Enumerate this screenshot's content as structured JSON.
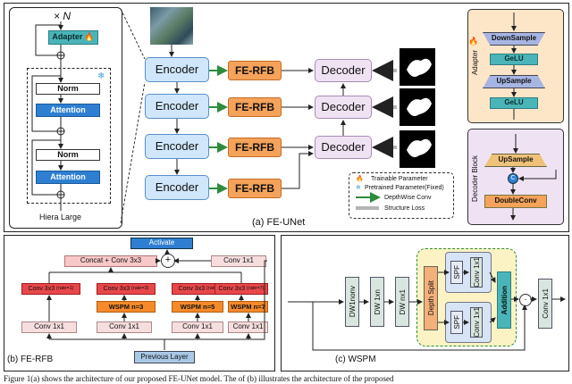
{
  "panel_a": {
    "caption": "(a) FE-UNet",
    "encoder_label": "Encoder",
    "ferfb_label": "FE-RFB",
    "decoder_label": "Decoder",
    "legend": {
      "trainable": "Trainable Parameter",
      "pretrained": "Pretrained Parameter(Fixed)",
      "depthwise": "DepthWise Conv",
      "structure_loss": "Structure Loss"
    }
  },
  "hiera": {
    "repeat": "× N",
    "adapter": "Adapter",
    "norm": "Norm",
    "attention": "Attention",
    "caption": "Hiera Large"
  },
  "adapter_panel": {
    "title": "Adapter",
    "downsample": "DownSample",
    "gelu": "GeLU",
    "upsample": "UpSample"
  },
  "decoder_panel": {
    "title": "Decoder Block",
    "upsample": "UpSample",
    "doubleconv": "DoubleConv",
    "concat_symbol": "C"
  },
  "panel_b": {
    "caption": "(b) FE-RFB",
    "activate": "Activate",
    "concat": "Concat + Conv 3x3",
    "conv1x1": "Conv 1x1",
    "conv3x3_1": "Conv 3x3",
    "rate1": "(rate=1)",
    "rate3": "(rate=3)",
    "rate5": "(rate=5)",
    "rate7": "(rate=7)",
    "wspm3": "WSPM  n=3",
    "wspm5": "WSPM  n=5",
    "wspm7": "WSPM  n=7",
    "previous": "Previous Layer"
  },
  "panel_c": {
    "caption": "(c) WSPM",
    "dwnonv": "DW1nonv",
    "dw1xn": "DW 1xn",
    "dwnx1": "DW nx1",
    "depth_split": "Depth Split",
    "spf": "SPF",
    "conv1x1": "Conv 1x1",
    "addition": "Addition"
  },
  "footer_text": "Figure 1(a) shows the architecture of our proposed FE-UNet model. The of (b) illustrates the architecture of the proposed",
  "colors": {
    "encoder": "#cfe6fb",
    "fe_rfb": "#f5a25a",
    "decoder": "#efe3f3",
    "green_arrow": "#2e8b3e",
    "gray_arrow": "#b5b5b5"
  }
}
